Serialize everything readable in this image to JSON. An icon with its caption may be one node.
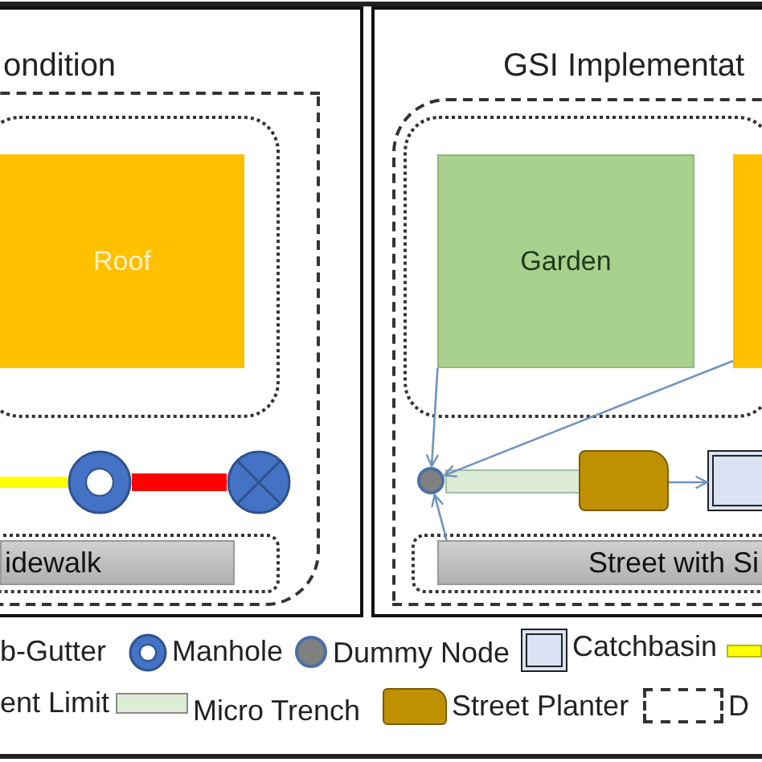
{
  "diagram": {
    "nodes": [
      {
        "text": [
          "ondition"
        ]
      },
      {
        "text": [],
        "shape": "box",
        "in": 0
      },
      {
        "text": [],
        "shape": "box",
        "in": 1
      },
      {
        "text": [
          "Roof"
        ],
        "in": 2
      },
      {
        "text": [],
        "shape": "circle",
        "in": 1
      },
      {
        "text": [],
        "shape": "circle",
        "in": 1
      },
      {
        "text": [],
        "shape": "box",
        "in": 1
      },
      {
        "text": [
          "idewalk"
        ],
        "in": 6
      },
      {
        "text": [
          "GSI Implementat"
        ]
      },
      {
        "text": [],
        "shape": "box",
        "in": 8
      },
      {
        "text": [],
        "shape": "box",
        "in": 9
      },
      {
        "text": [
          "Garden"
        ],
        "in": 10
      },
      {
        "text": [],
        "shape": "box",
        "in": 10
      },
      {
        "text": [],
        "shape": "circle",
        "in": 9
      },
      {
        "text": [],
        "shape": "bar",
        "in": 9
      },
      {
        "text": [],
        "shape": "box",
        "in": 9
      },
      {
        "text": [],
        "shape": "box",
        "in": 9
      },
      {
        "text": [],
        "shape": "box",
        "in": 9
      },
      {
        "text": [
          "Street with Si"
        ],
        "in": 17
      }
    ],
    "edges": [
      {
        "from": null,
        "to": 4,
        "arrow": "none",
        "style": "thick",
        "color": "#ffff00"
      },
      {
        "from": 4,
        "to": 5,
        "arrow": "none",
        "style": "thick",
        "color": "#ff0000"
      },
      {
        "from": 11,
        "to": 13,
        "arrow": "to"
      },
      {
        "from": 12,
        "to": 13,
        "arrow": "to"
      },
      {
        "from": 15,
        "to": 16,
        "arrow": "to"
      },
      {
        "from": 18,
        "to": 13,
        "arrow": "to"
      }
    ],
    "legend": [
      {
        "text": "b-Gutter"
      },
      {
        "text": "Manhole"
      },
      {
        "text": "Dummy Node"
      },
      {
        "text": "Catchbasin"
      },
      {
        "text": "ent Limit"
      },
      {
        "text": "Micro Trench",
        "color": "#dcecd6"
      },
      {
        "text": "Street Planter",
        "color": "#bf9000"
      },
      {
        "text": "D"
      }
    ]
  }
}
